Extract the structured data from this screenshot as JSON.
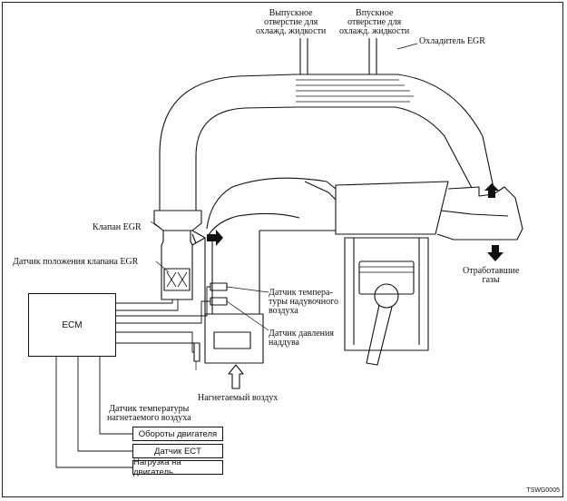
{
  "labels": {
    "coolant_outlet": "Выпускное\nотверстие для\nохлажд. жидкости",
    "coolant_inlet": "Впускное\nотверстие для\nохлажд. жидкости",
    "egr_cooler": "Охладитель EGR",
    "egr_valve": "Клапан EGR",
    "egr_position_sensor": "Датчик положения клапана EGR",
    "boost_air_temp_sensor": "Датчик темпера-\nтуры надувочного\nвоздуха",
    "boost_pressure_sensor": "Датчик давления\nнаддува",
    "intake_air": "Нагнетаемый воздух",
    "charge_air_temp_sensor": "Датчик температуры\nнагнетаемого воздуха",
    "exhaust_gases": "Отработавшие\nгазы",
    "code": "TSWG0005"
  },
  "ecm": {
    "label": "ECM"
  },
  "inputs": [
    {
      "label": "Обороты двигателя"
    },
    {
      "label": "Датчик ECT"
    },
    {
      "label": "Нагрузка на двигатель"
    }
  ],
  "colors": {
    "line": "#111111",
    "background": "#ffffff"
  }
}
